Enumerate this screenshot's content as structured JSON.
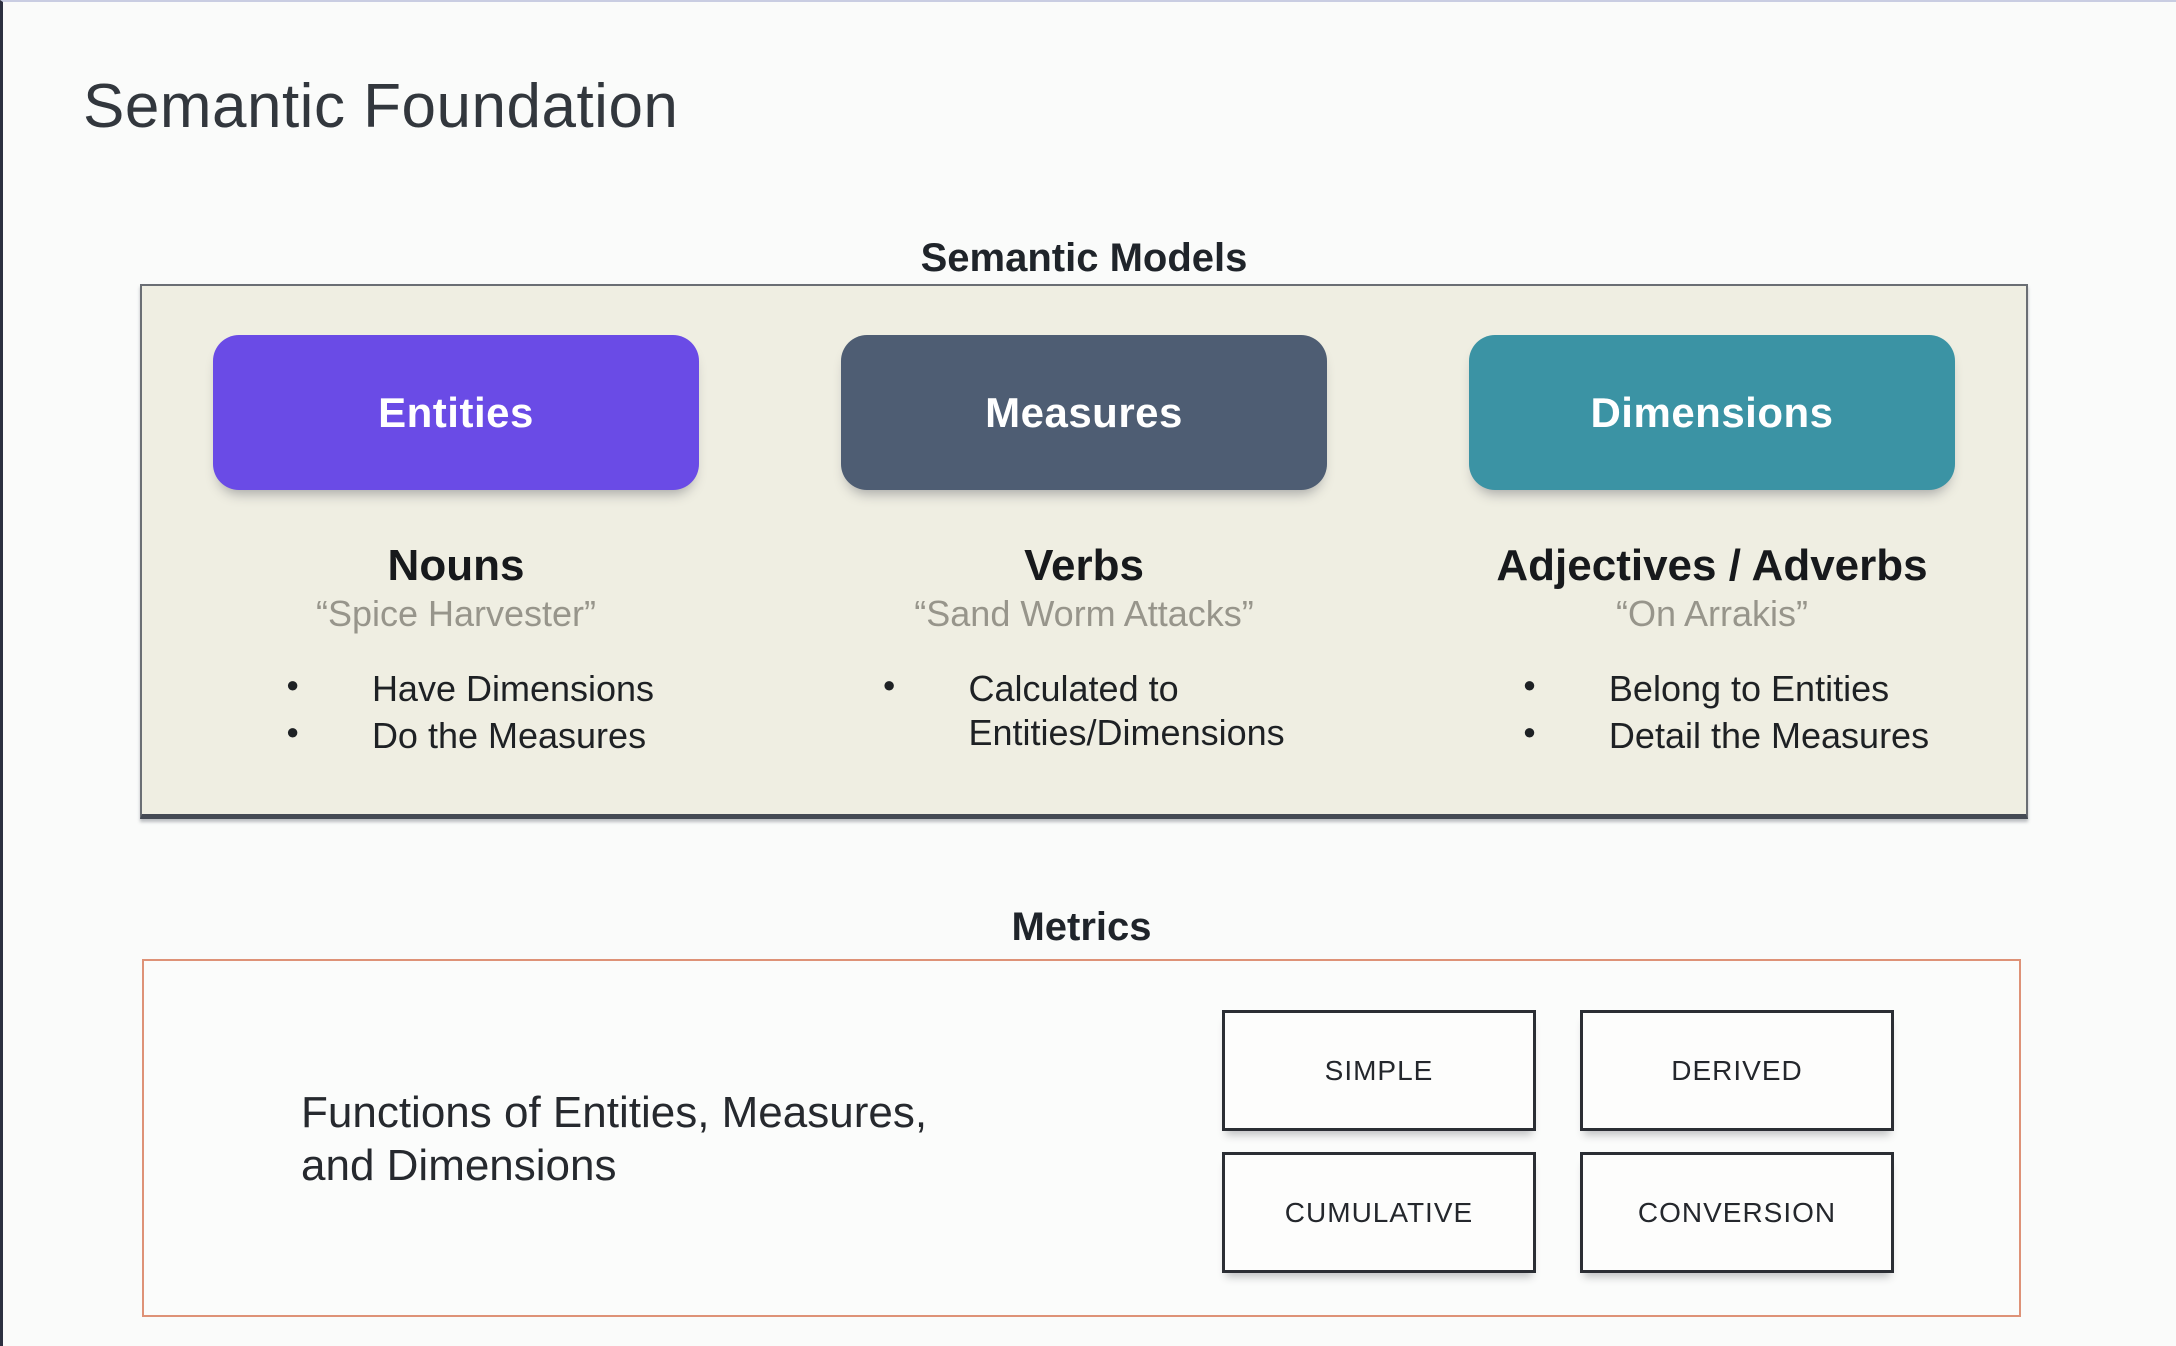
{
  "page": {
    "title": "Semantic Foundation"
  },
  "semantic_models": {
    "heading": "Semantic Models",
    "panel_background": "#efeee2",
    "columns": [
      {
        "label": "Entities",
        "color": "#6a4be6",
        "part_of_speech": "Nouns",
        "example": "“Spice Harvester”",
        "bullets": [
          "Have Dimensions",
          "Do the Measures"
        ]
      },
      {
        "label": "Measures",
        "color": "#4e5d73",
        "part_of_speech": "Verbs",
        "example": "“Sand Worm Attacks”",
        "bullets": [
          "Calculated to Entities/Dimensions"
        ]
      },
      {
        "label": "Dimensions",
        "color": "#3b93a4",
        "part_of_speech": "Adjectives / Adverbs",
        "example": "“On Arrakis”",
        "bullets": [
          "Belong to Entities",
          "Detail the Measures"
        ]
      }
    ]
  },
  "metrics": {
    "heading": "Metrics",
    "border_color": "#de9277",
    "description": "Functions of Entities, Measures,\nand Dimensions",
    "types": [
      "SIMPLE",
      "DERIVED",
      "CUMULATIVE",
      "CONVERSION"
    ]
  }
}
